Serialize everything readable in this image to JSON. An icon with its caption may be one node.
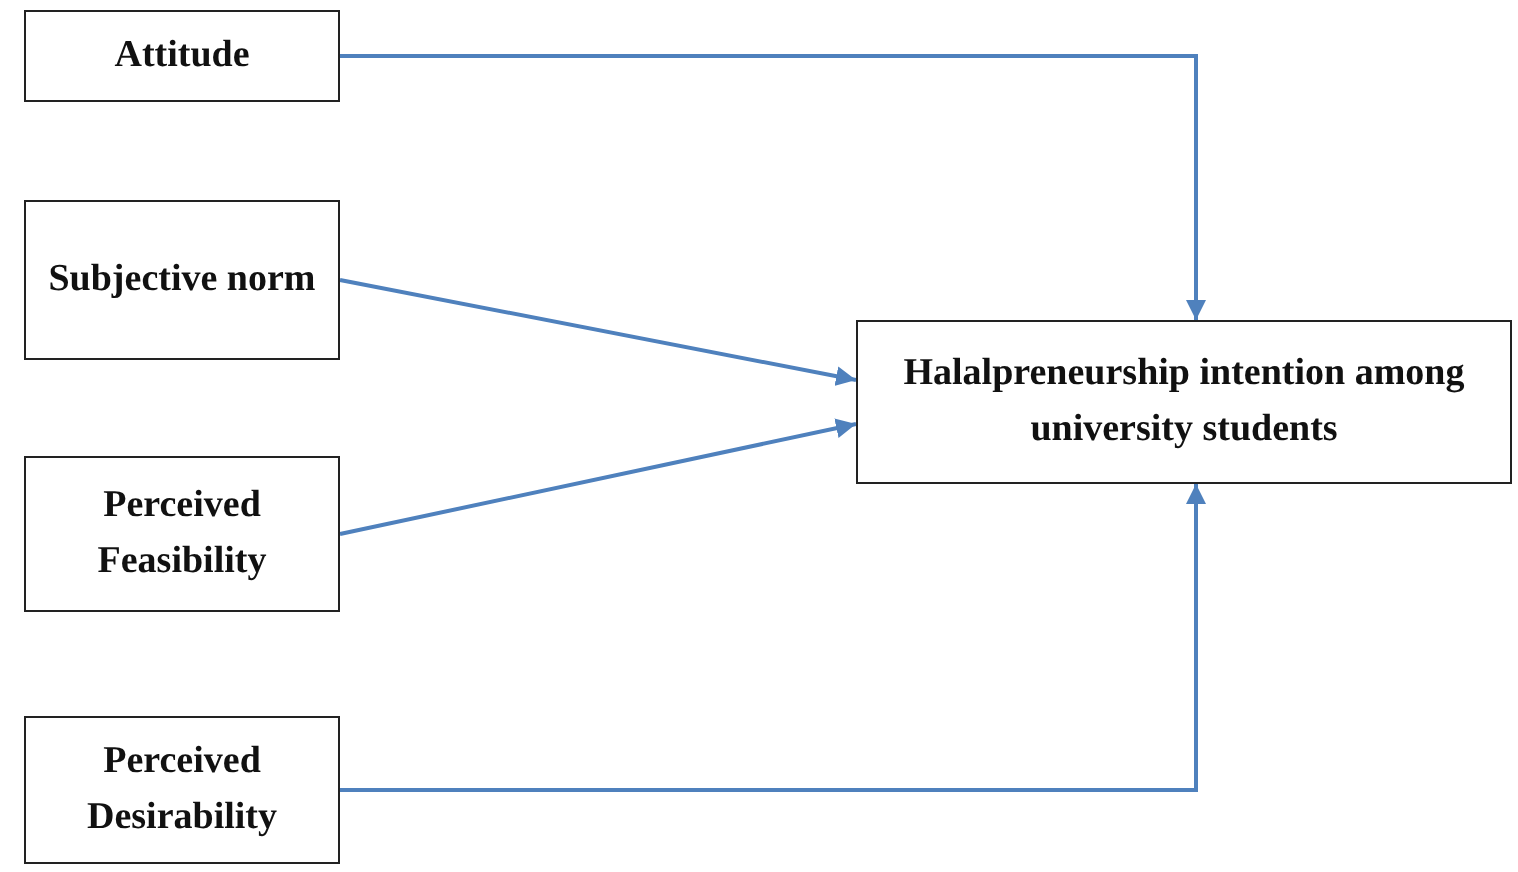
{
  "diagram": {
    "nodes": [
      {
        "text": [
          "Attitude"
        ]
      },
      {
        "text": [
          "Subjective norm"
        ]
      },
      {
        "text": [
          "Perceived Feasibility"
        ]
      },
      {
        "text": [
          "Perceived Desirability"
        ]
      },
      {
        "text": [
          "Halalpreneurship intention among university students"
        ]
      }
    ],
    "edges": [
      {
        "from": 0,
        "to": 4,
        "arrow": "to"
      },
      {
        "from": 1,
        "to": 4,
        "arrow": "to"
      },
      {
        "from": 2,
        "to": 4,
        "arrow": "to"
      },
      {
        "from": 3,
        "to": 4,
        "arrow": "to"
      }
    ]
  }
}
